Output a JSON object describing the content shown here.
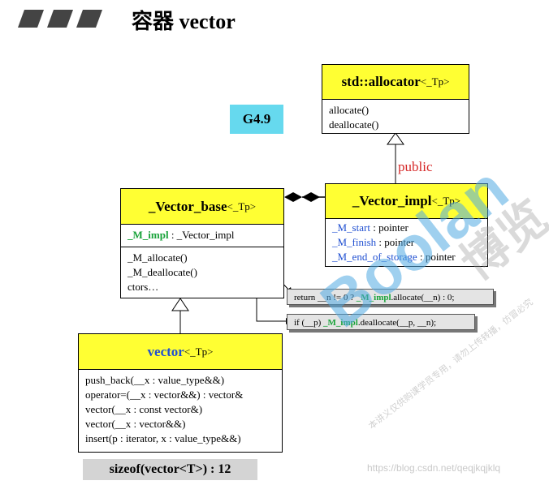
{
  "title": "容器 vector",
  "version_badge": "G4.9",
  "inheritance_label": "public",
  "allocator": {
    "name": "std::allocator",
    "tparam": "<_Tp>",
    "methods": [
      "allocate()",
      "deallocate()"
    ]
  },
  "vector_impl": {
    "name": "_Vector_impl",
    "tparam": "<_Tp>",
    "members": [
      {
        "name": "_M_start",
        "type": " : pointer"
      },
      {
        "name": "_M_finish",
        "type": " : pointer"
      },
      {
        "name": "_M_end_of_storage",
        "type": " : pointer"
      }
    ]
  },
  "vector_base": {
    "name": "_Vector_base",
    "tparam": "<_Tp>",
    "member_name": "_M_impl",
    "member_type": " : _Vector_impl",
    "methods": [
      "_M_allocate()",
      "_M_deallocate()",
      "ctors…"
    ]
  },
  "callouts": {
    "allocate": {
      "pre": "return __n != 0 ? ",
      "hl": "_M_impl",
      "post": ".allocate(__n) : 0;"
    },
    "deallocate": {
      "pre": "if (__p) ",
      "hl": "_M_impl",
      "post": ".deallocate(__p, __n);"
    }
  },
  "vector": {
    "name": "vector",
    "tparam": "<_Tp>",
    "methods": [
      "push_back(__x : value_type&&)",
      "operator=(__x : vector&&) : vector&",
      "vector(__x : const vector&)",
      "vector(__x : vector&&)",
      "insert(p : iterator, x : value_type&&)"
    ]
  },
  "sizeof_note": "sizeof(vector<T>) : 12",
  "watermark": {
    "brand": "Boolan",
    "brand_cn": "博览",
    "note": "本讲义仅供购课学员专用，请勿上传转播，仿冒必究",
    "url": "https://blog.csdn.net/qeqjkqjklq"
  },
  "colors": {
    "class_header": "#ffff33",
    "badge": "#66d9ee",
    "public": "#d62828",
    "member_blue": "#1f4fd1",
    "impl_green": "#19a33a"
  }
}
